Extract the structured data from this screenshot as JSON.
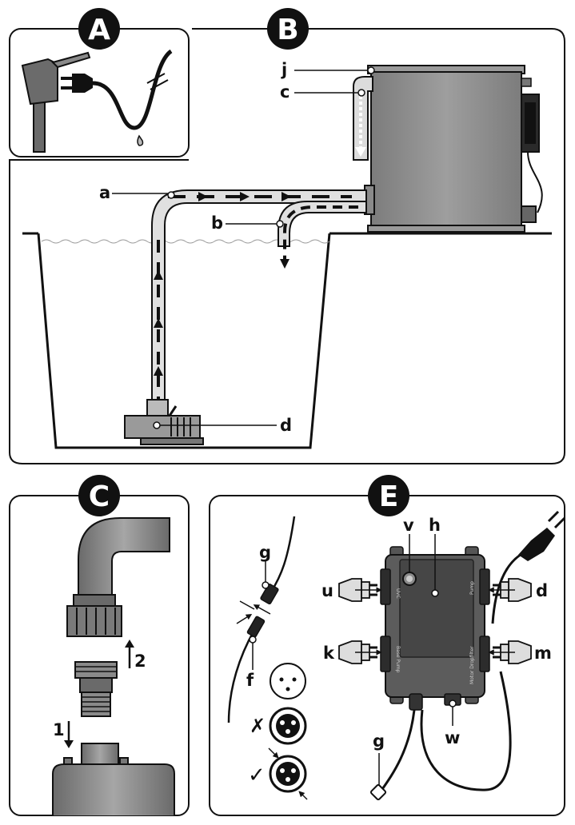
{
  "panels": {
    "a": "A",
    "b": "B",
    "c": "C",
    "e": "E"
  },
  "labels": {
    "j": "j",
    "c": "c",
    "a": "a",
    "b": "b",
    "d": "d",
    "step2": "2",
    "step1": "1",
    "v": "v",
    "h": "h",
    "g": "g",
    "u": "u",
    "d2": "d",
    "k": "k",
    "m": "m",
    "f": "f",
    "w": "w",
    "g2": "g"
  },
  "device_ports": {
    "uvc": "UVC",
    "pump": "Pump",
    "base_pump": "Base Pump",
    "motor": "Motor Dropfilter"
  },
  "marks": {
    "wrong": "✗",
    "right": "✓"
  },
  "colors": {
    "outline": "#111111",
    "grey_dark": "#5a5a5a",
    "grey_mid": "#8a8a8a",
    "grey_light": "#d6d6d6",
    "pipe": "#e2e2e2"
  }
}
